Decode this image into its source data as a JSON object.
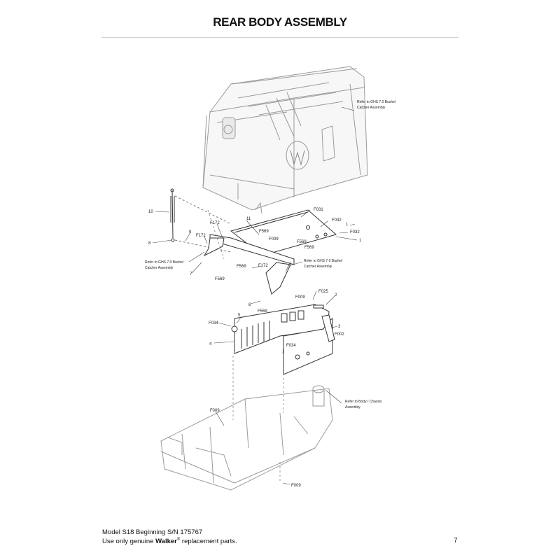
{
  "page": {
    "title": "REAR BODY ASSEMBLY",
    "page_number": "7"
  },
  "footer": {
    "line1": "Model S18 Beginning S/N 175767",
    "line2_prefix": "Use only genuine ",
    "brand": "Walker",
    "registered": "®",
    "line2_suffix": " replacement parts."
  },
  "notes": {
    "ghs_top": [
      "Refer to GHS 7.0 Bushel",
      "Catcher Assembly"
    ],
    "ghs_left": [
      "Refer to GHS 7.0 Bushel",
      "Catcher Assembly"
    ],
    "ghs_center": [
      "Refer to GHS 7.0 Bushel",
      "Catcher Assembly"
    ],
    "chassis": [
      "Refer to Body / Chassis",
      "Assembly"
    ]
  },
  "callouts": {
    "c10": "10",
    "c9": "9",
    "c8": "8",
    "c7": "7",
    "c11": "11",
    "f172_a": "F172",
    "f172_b": "F172",
    "f172_c": "F172",
    "f031": "F031",
    "f032_a": "F032",
    "f032_b": "F032",
    "c1_a": "1",
    "c1_b": "1",
    "f569_a": "F569",
    "f569_b": "F569",
    "f569_c": "F569",
    "f569_d": "F569",
    "f569_e": "F569",
    "f569_f": "F569",
    "f009_a": "F009",
    "f009_b": "F009",
    "f009_c": "F009",
    "f009_d": "F009",
    "c6": "6",
    "f025": "F025",
    "c2": "2",
    "c3": "3",
    "c5": "5",
    "f034_a": "F034",
    "f034_b": "F034",
    "f002": "F002",
    "c4": "4"
  }
}
